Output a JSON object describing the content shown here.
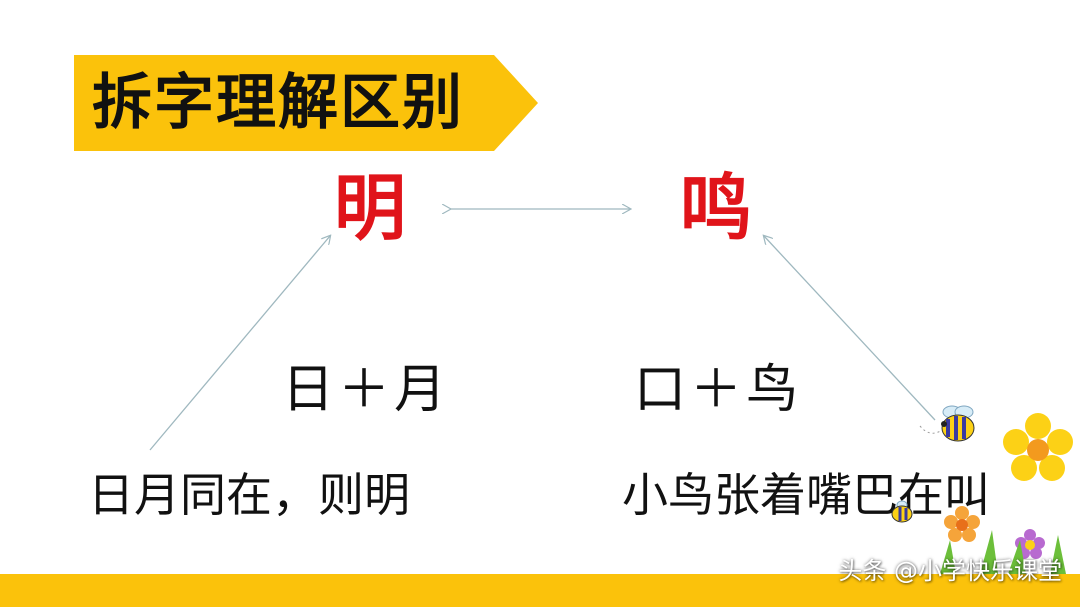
{
  "title": "拆字理解区别",
  "characters": {
    "left": "明",
    "right": "鸣"
  },
  "formulas": {
    "left": "日＋月",
    "right": "口＋鸟"
  },
  "explanations": {
    "left": "日月同在，则明",
    "right": "小鸟张着嘴巴在叫"
  },
  "watermark": "头条 @小学快乐课堂",
  "colors": {
    "banner": "#fbc20b",
    "highlight_char": "#e0141a",
    "bottom_bar": "#fbc20b",
    "arrow": "#9fb8bf"
  }
}
